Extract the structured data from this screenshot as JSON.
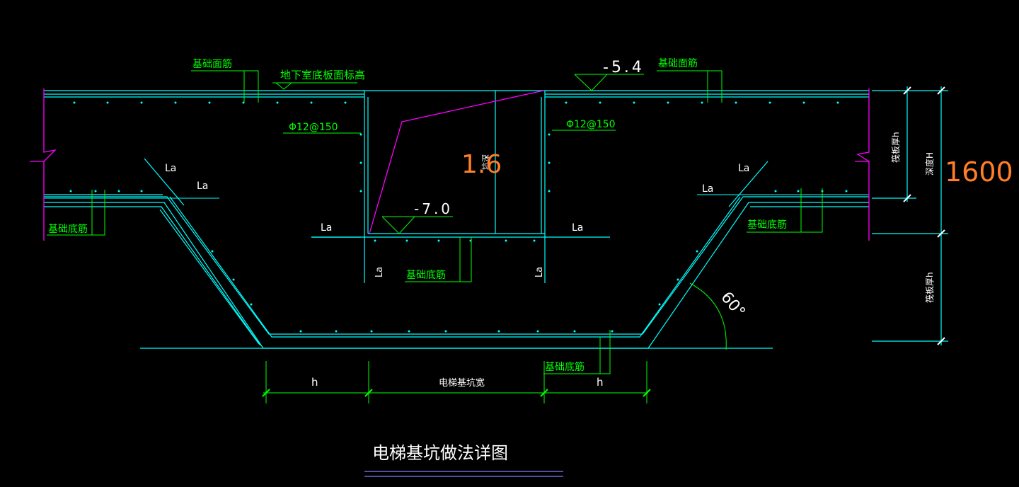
{
  "colors": {
    "background": "#000000",
    "structure": "#00ffff",
    "annotation": "#00ff00",
    "text": "#ffffff",
    "magenta": "#ff00ff",
    "orange": "#ff7f27",
    "underline": "#8080ff"
  },
  "labels": {
    "top_rebar_left": "基础面筋",
    "top_rebar_right": "基础面筋",
    "basement_elev": "地下室底板面标高",
    "elev_top": "-5.4",
    "elev_pit": "-7.0",
    "rebar_spec_left": "Φ12@150",
    "rebar_spec_right": "Φ12@150",
    "la": "La",
    "bottom_rebar": "基础底筋",
    "dim_h": "h",
    "pit_width": "电梯基坑宽",
    "angle": "60°",
    "slab_thickness": "筏板厚h",
    "pit_depth": "深度H",
    "orange_small": "1.6",
    "orange_big": "1600",
    "pit_depth_vertical": "坑深",
    "title": "电梯基坑做法详图"
  }
}
